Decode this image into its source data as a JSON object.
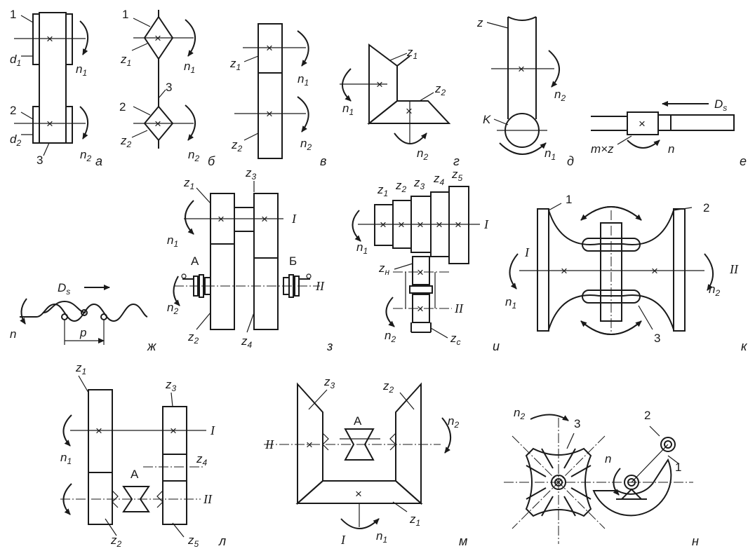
{
  "panels": {
    "a": {
      "tag": "а",
      "n1": "n",
      "n1s": "1",
      "n2": "n",
      "n2s": "2",
      "one": "1",
      "two": "2",
      "three": "3",
      "d1": "d",
      "d1s": "1",
      "d2": "d",
      "d2s": "2"
    },
    "b": {
      "tag": "б",
      "one": "1",
      "two": "2",
      "three": "3",
      "z1": "z",
      "z1s": "1",
      "z2": "z",
      "z2s": "2",
      "n1": "n",
      "n1s": "1",
      "n2": "n",
      "n2s": "2"
    },
    "v": {
      "tag": "в",
      "z1": "z",
      "z1s": "1",
      "z2": "z",
      "z2s": "2",
      "n1": "n",
      "n1s": "1",
      "n2": "n",
      "n2s": "2"
    },
    "g": {
      "tag": "г",
      "z1": "z",
      "z1s": "1",
      "z2": "z",
      "z2s": "2",
      "n1": "n",
      "n1s": "1",
      "n2": "n",
      "n2s": "2"
    },
    "d": {
      "tag": "д",
      "z": "z",
      "k": "K",
      "n1": "n",
      "n1s": "1",
      "n2": "n",
      "n2s": "2"
    },
    "e": {
      "tag": "е",
      "ds": "D",
      "dss": "s",
      "mxz": "m×z",
      "n": "n"
    },
    "zh": {
      "tag": "ж",
      "ds": "D",
      "dss": "s",
      "p": "p",
      "n": "n"
    },
    "z": {
      "tag": "з",
      "z1": "z",
      "z1s": "1",
      "z2": "z",
      "z2s": "2",
      "z3": "z",
      "z3s": "3",
      "z4": "z",
      "z4s": "4",
      "a": "А",
      "b": "Б",
      "I": "I",
      "II": "II",
      "n1": "n",
      "n1s": "1",
      "n2": "n",
      "n2s": "2"
    },
    "i": {
      "tag": "и",
      "z1": "z",
      "z1s": "1",
      "z2": "z",
      "z2s": "2",
      "z3": "z",
      "z3s": "3",
      "z4": "z",
      "z4s": "4",
      "z5": "z",
      "z5s": "5",
      "zn": "z",
      "zns": "н",
      "zc": "z",
      "zcs": "с",
      "I": "I",
      "II": "II",
      "n1": "n",
      "n1s": "1",
      "n2": "n",
      "n2s": "2"
    },
    "k": {
      "tag": "к",
      "one": "1",
      "two": "2",
      "three": "3",
      "I": "I",
      "II": "II",
      "n1": "n",
      "n1s": "1",
      "n2": "n",
      "n2s": "2"
    },
    "l": {
      "tag": "л",
      "z1": "z",
      "z1s": "1",
      "z2": "z",
      "z2s": "2",
      "z3": "z",
      "z3s": "3",
      "z4": "z",
      "z4s": "4",
      "z5": "z",
      "z5s": "5",
      "a": "А",
      "I": "I",
      "II": "II",
      "n1": "n",
      "n1s": "1"
    },
    "m": {
      "tag": "м",
      "z1": "z",
      "z1s": "1",
      "z2": "z",
      "z2s": "2",
      "z3": "z",
      "z3s": "3",
      "a": "А",
      "I": "I",
      "II": "II",
      "n1": "n",
      "n1s": "1",
      "n2": "n",
      "n2s": "2"
    },
    "n": {
      "tag": "н",
      "one": "1",
      "two": "2",
      "three": "3",
      "n": "n",
      "n2": "n",
      "n2s": "2"
    }
  }
}
